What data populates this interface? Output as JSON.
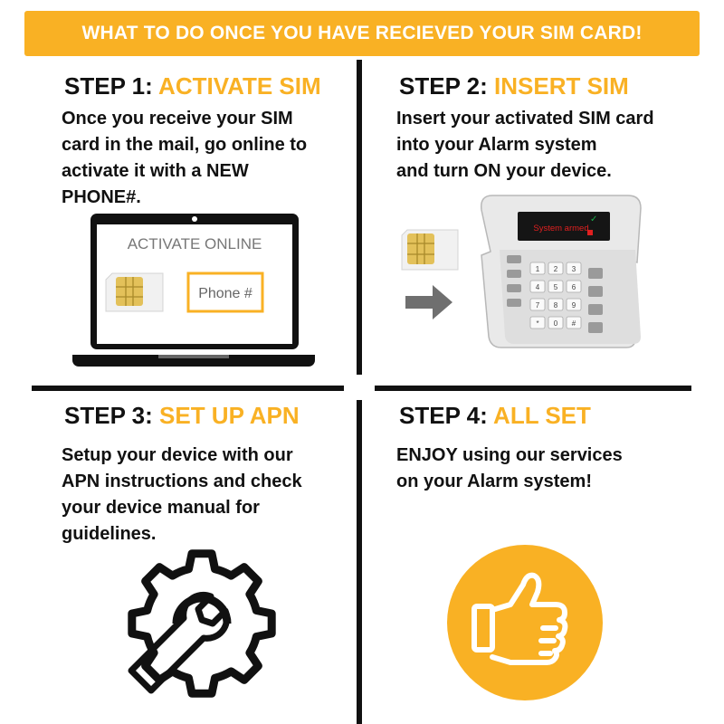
{
  "banner": "WHAT TO DO ONCE YOU HAVE RECIEVED YOUR SIM CARD!",
  "steps": [
    {
      "label": "STEP 1:",
      "title": "ACTIVATE SIM",
      "lines": [
        "Once you receive your SIM",
        "card in the mail, go online to",
        "activate it with a NEW",
        "PHONE#."
      ]
    },
    {
      "label": "STEP 2:",
      "title": "INSERT SIM",
      "lines": [
        "Insert your activated SIM card",
        "into your Alarm system",
        "and turn ON your device."
      ]
    },
    {
      "label": "STEP 3:",
      "title": "SET UP APN",
      "lines": [
        "Setup your device with our",
        "APN instructions and check",
        "your device manual for",
        "guidelines."
      ]
    },
    {
      "label": "STEP 4:",
      "title": "ALL SET",
      "lines": [
        "ENJOY using our services",
        "on your Alarm system!"
      ]
    }
  ],
  "laptop": {
    "heading": "ACTIVATE ONLINE",
    "phone_field": "Phone #"
  },
  "alarm_panel": {
    "display": "System armed",
    "keys": [
      "1",
      "2",
      "3",
      "4",
      "5",
      "6",
      "7",
      "8",
      "9",
      "*",
      "0",
      "#"
    ]
  },
  "icons": {
    "laptop": "laptop-icon",
    "sim": "sim-card-icon",
    "arrow": "arrow-right-icon",
    "alarm": "alarm-keypad-icon",
    "settings": "gear-wrench-icon",
    "thumbs": "thumbs-up-icon"
  },
  "colors": {
    "accent": "#f9b124",
    "text": "#111111",
    "display_text": "#e02020"
  }
}
